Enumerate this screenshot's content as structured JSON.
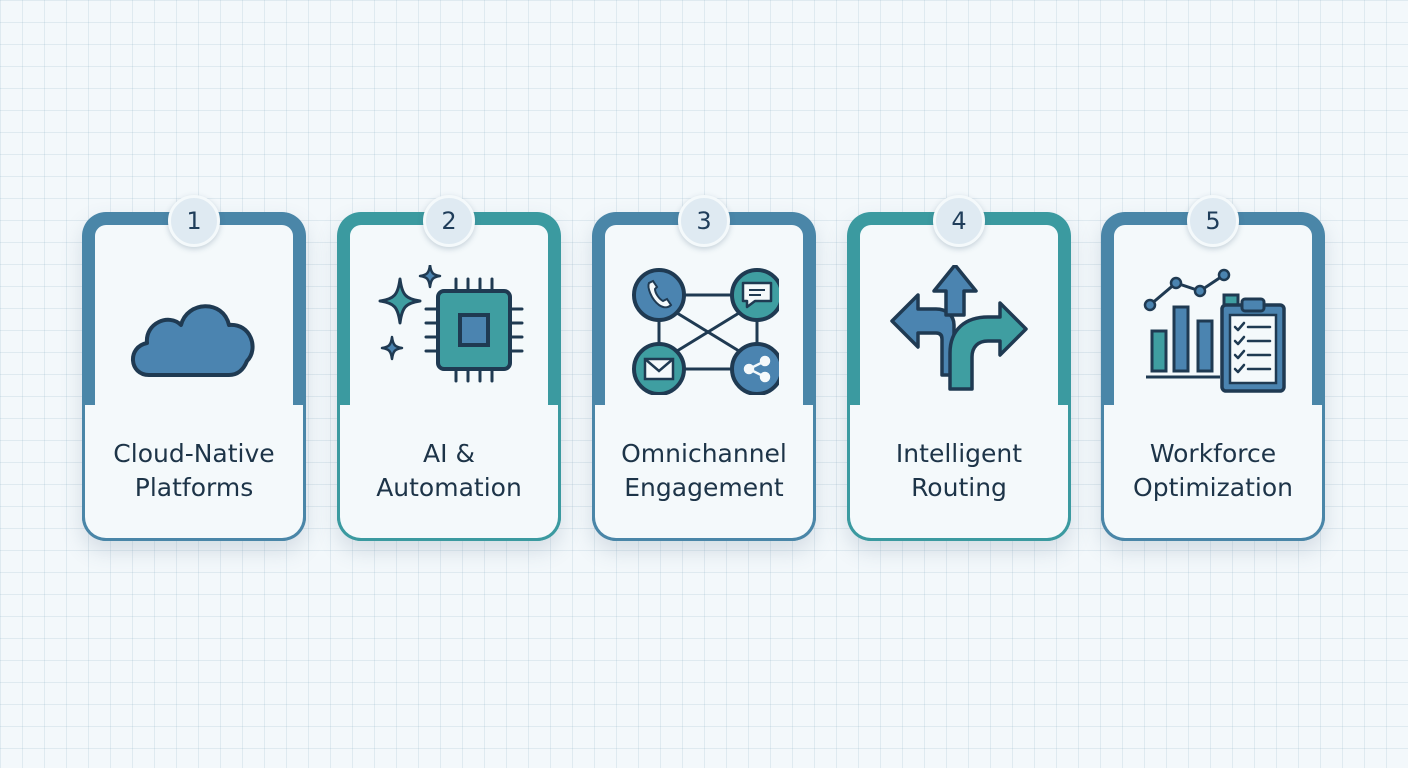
{
  "steps": [
    {
      "number": "1",
      "line1": "Cloud-Native",
      "line2": "Platforms",
      "icon": "cloud-icon"
    },
    {
      "number": "2",
      "line1": "AI &",
      "line2": "Automation",
      "icon": "ai-chip-icon"
    },
    {
      "number": "3",
      "line1": "Omnichannel",
      "line2": "Engagement",
      "icon": "channels-network-icon"
    },
    {
      "number": "4",
      "line1": "Intelligent",
      "line2": "Routing",
      "icon": "routing-arrows-icon"
    },
    {
      "number": "5",
      "line1": "Workforce",
      "line2": "Optimization",
      "icon": "analytics-checklist-icon"
    }
  ],
  "colors": {
    "blue": "#4a86a8",
    "teal": "#3b9aa0",
    "icon_blue": "#4b84b0",
    "icon_teal": "#3f9ea1",
    "outline": "#1f3a52",
    "text": "#1d3448"
  }
}
